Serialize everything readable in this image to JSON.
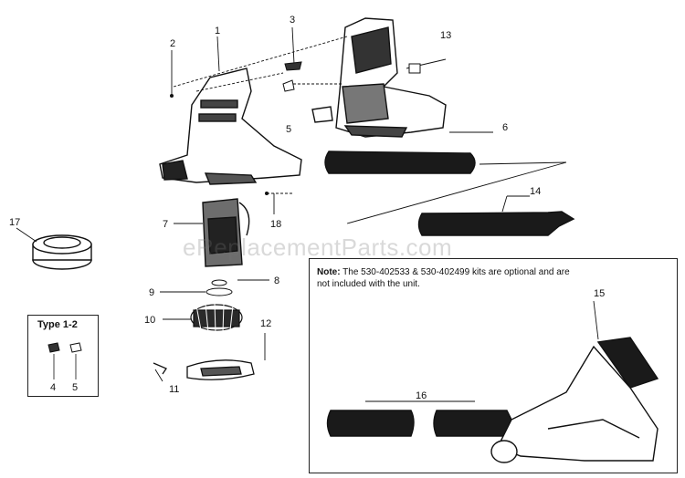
{
  "watermark": "eReplacementParts.com",
  "callouts": {
    "c1": "1",
    "c2": "2",
    "c3": "3",
    "c5": "5",
    "c6": "6",
    "c7": "7",
    "c8": "8",
    "c9": "9",
    "c10": "10",
    "c11": "11",
    "c12": "12",
    "c13": "13",
    "c14": "14",
    "c15": "15",
    "c16": "16",
    "c17": "17",
    "c18": "18",
    "c4b": "4",
    "c5b": "5"
  },
  "type_box": {
    "label": "Type 1-2"
  },
  "note": {
    "prefix": "Note:",
    "text": "The 530-402533 & 530-402499 kits are optional and are not included with the unit."
  },
  "colors": {
    "ink": "#111111",
    "fill_dark": "#1a1a1a",
    "fill_mid": "#6d6d6d",
    "paper": "#ffffff"
  }
}
